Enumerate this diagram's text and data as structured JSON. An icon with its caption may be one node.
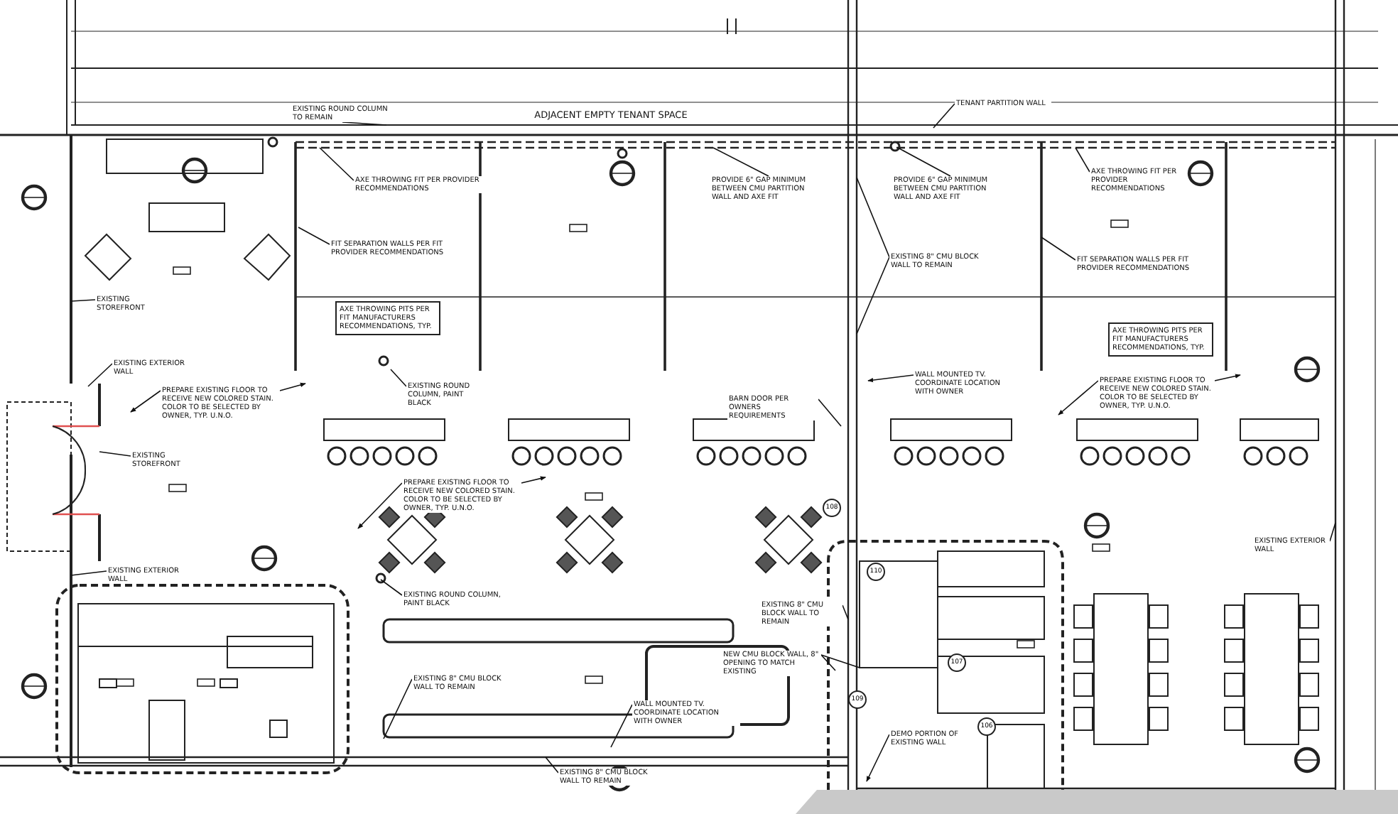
{
  "diagram": {
    "nodes": [
      {
        "text": [
          "EXISTING ROUND COLUMN TO REMAIN"
        ]
      },
      {
        "text": [
          "TENANT PARTITION WALL"
        ]
      },
      {
        "text": [
          "AXE THROWING FIT PER PROVIDER RECOMMENDATIONS"
        ]
      },
      {
        "text": [
          "FIT SEPARATION WALLS PER FIT PROVIDER RECOMMENDATIONS"
        ]
      },
      {
        "text": [
          "AXE THROWING PITS PER FIT MANUFACTURERS RECOMMENDATIONS, TYP."
        ]
      },
      {
        "text": [
          "EXISTING ROUND COLUMN, PAINT BLACK"
        ]
      },
      {
        "text": [
          "PROVIDE 6\" GAP MINIMUM BETWEEN CMU PARTITION WALL AND AXE FIT"
        ]
      },
      {
        "text": [
          "PROVIDE 6\" GAP MINIMUM BETWEEN CMU PARTITION WALL AND AXE FIT"
        ]
      },
      {
        "text": [
          "EXISTING 8\" CMU BLOCK WALL TO REMAIN"
        ]
      },
      {
        "text": [
          "WALL MOUNTED TV. COORDINATE LOCATION WITH OWNER"
        ]
      },
      {
        "text": [
          "BARN DOOR PER OWNERS REQUIREMENTS"
        ]
      },
      {
        "text": [
          "AXE THROWING FIT PER PROVIDER RECOMMENDATIONS"
        ]
      },
      {
        "text": [
          "FIT SEPARATION WALLS PER FIT PROVIDER RECOMMENDATIONS"
        ]
      },
      {
        "text": [
          "AXE THROWING PITS PER FIT MANUFACTURERS RECOMMENDATIONS, TYP."
        ]
      },
      {
        "text": [
          "PREPARE EXISTING FLOOR TO RECEIVE NEW COLORED STAIN. COLOR TO BE SELECTED BY OWNER, TYP. U.N.O."
        ]
      },
      {
        "text": [
          "EXISTING STOREFRONT"
        ]
      },
      {
        "text": [
          "EXISTING EXTERIOR WALL"
        ]
      },
      {
        "text": [
          "EXISTING STOREFRONT"
        ]
      },
      {
        "text": [
          "PREPARE EXISTING FLOOR TO RECEIVE NEW COLORED STAIN. COLOR TO BE SELECTED BY OWNER, TYP. U.N.O."
        ]
      },
      {
        "text": [
          "PREPARE EXISTING FLOOR TO RECEIVE NEW COLORED STAIN. COLOR TO BE SELECTED BY OWNER, TYP. U.N.O."
        ]
      },
      {
        "text": [
          "EXISTING EXTERIOR WALL"
        ]
      },
      {
        "text": [
          "EXISTING ROUND COLUMN, PAINT BLACK"
        ]
      },
      {
        "text": [
          "EXISTING 8\" CMU BLOCK WALL TO REMAIN"
        ]
      },
      {
        "text": [
          "EXISTING 8\" CMU BLOCK WALL TO REMAIN"
        ]
      },
      {
        "text": [
          "NEW CMU BLOCK WALL, 8\" OPENING TO MATCH EXISTING"
        ]
      },
      {
        "text": [
          "WALL MOUNTED TV. COORDINATE LOCATION WITH OWNER"
        ]
      },
      {
        "text": [
          "EXISTING 8\" CMU BLOCK WALL TO REMAIN"
        ]
      },
      {
        "text": [
          "DEMO PORTION OF EXISTING WALL"
        ]
      },
      {
        "text": [
          "EXISTING EXTERIOR WALL"
        ]
      }
    ],
    "edges": [
      {
        "from": 0,
        "to": null,
        "arrow": "none"
      },
      {
        "from": 1,
        "to": null,
        "arrow": "none"
      },
      {
        "from": 2,
        "to": null,
        "arrow": "none"
      },
      {
        "from": 3,
        "to": null,
        "arrow": "none"
      },
      {
        "from": 5,
        "to": null,
        "arrow": "none"
      },
      {
        "from": 6,
        "to": null,
        "arrow": "none"
      },
      {
        "from": 7,
        "to": null,
        "arrow": "none"
      },
      {
        "from": 8,
        "to": null,
        "arrow": "none"
      },
      {
        "from": 8,
        "to": null,
        "arrow": "none"
      },
      {
        "from": 9,
        "to": null,
        "arrow": "to"
      },
      {
        "from": 10,
        "to": null,
        "arrow": "none"
      },
      {
        "from": 11,
        "to": null,
        "arrow": "none"
      },
      {
        "from": 12,
        "to": null,
        "arrow": "none"
      },
      {
        "from": 14,
        "to": null,
        "arrow": "to"
      },
      {
        "from": 14,
        "to": null,
        "arrow": "to"
      },
      {
        "from": 15,
        "to": null,
        "arrow": "none"
      },
      {
        "from": 16,
        "to": null,
        "arrow": "none"
      },
      {
        "from": 17,
        "to": null,
        "arrow": "none"
      },
      {
        "from": 18,
        "to": null,
        "arrow": "to"
      },
      {
        "from": 18,
        "to": null,
        "arrow": "to"
      },
      {
        "from": 19,
        "to": null,
        "arrow": "to"
      },
      {
        "from": 19,
        "to": null,
        "arrow": "to"
      },
      {
        "from": 20,
        "to": null,
        "arrow": "none"
      },
      {
        "from": 21,
        "to": null,
        "arrow": "none"
      },
      {
        "from": 22,
        "to": null,
        "arrow": "none"
      },
      {
        "from": 23,
        "to": null,
        "arrow": "none"
      },
      {
        "from": 24,
        "to": null,
        "arrow": "none"
      },
      {
        "from": 24,
        "to": null,
        "arrow": "none"
      },
      {
        "from": 25,
        "to": null,
        "arrow": "none"
      },
      {
        "from": 26,
        "to": null,
        "arrow": "none"
      },
      {
        "from": 27,
        "to": null,
        "arrow": "to"
      },
      {
        "from": 28,
        "to": null,
        "arrow": "none"
      }
    ],
    "labels": [
      "ADJACENT EMPTY TENANT SPACE",
      "108",
      "110",
      "109",
      "107",
      "106"
    ]
  }
}
